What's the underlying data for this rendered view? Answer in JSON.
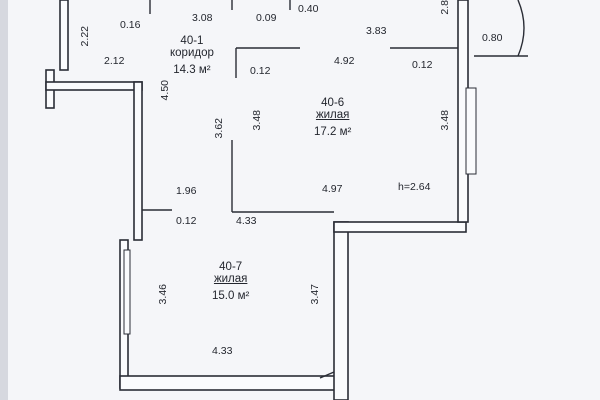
{
  "plan": {
    "colors": {
      "paper": "#fafbfd",
      "line": "#2a2d36",
      "background": "#d6d8df"
    },
    "rooms": [
      {
        "code": "40-1",
        "name": "коридор",
        "area": "14.3",
        "unit": "м²"
      },
      {
        "code": "40-6",
        "name": "жилая",
        "area": "17.2",
        "unit": "м²"
      },
      {
        "code": "40-7",
        "name": "жилая",
        "area": "15.0",
        "unit": "м²"
      }
    ],
    "dims": {
      "d016": "0.16",
      "d308": "3.08",
      "d009": "0.09",
      "d040": "0.40",
      "d383": "3.83",
      "d222": "2.22",
      "d212": "2.12",
      "d012a": "0.12",
      "d492": "4.92",
      "d012b": "0.12",
      "d450": "4.50",
      "d362": "3.62",
      "d348a": "3.48",
      "d348b": "3.48",
      "d196": "1.96",
      "d497": "4.97",
      "height": "h=2.64",
      "d012c": "0.12",
      "d433a": "4.33",
      "d346": "3.46",
      "d347": "3.47",
      "d433b": "4.33",
      "d280": "2.8",
      "d080": "0.80"
    }
  }
}
